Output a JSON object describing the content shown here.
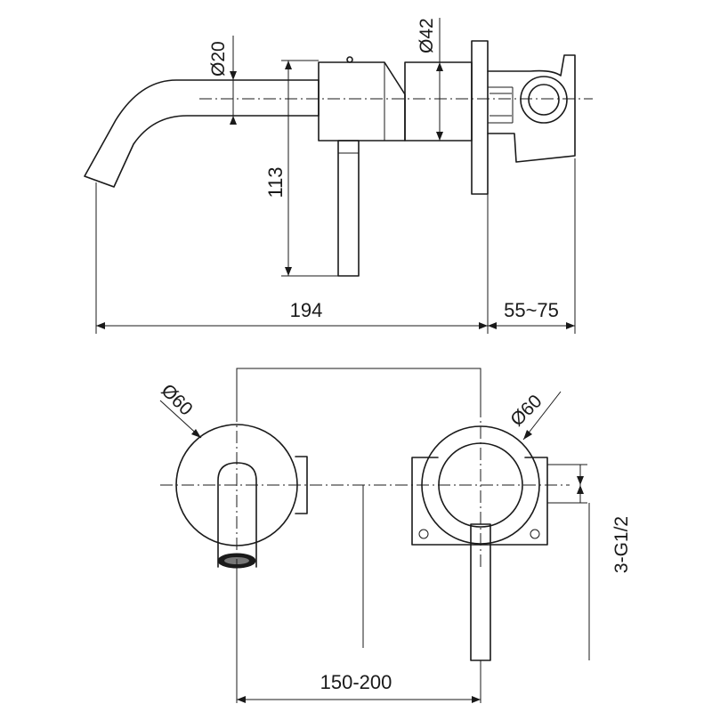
{
  "dimensions": {
    "spout_diameter": "Ø20",
    "body_diameter": "Ø42",
    "lever_height": "113",
    "overall_length": "194",
    "wall_depth": "55~75",
    "spout_plate_diameter": "Ø60",
    "valve_plate_diameter": "Ø60",
    "inlet_thread": "3-G1/2",
    "centre_distance": "150-200"
  }
}
